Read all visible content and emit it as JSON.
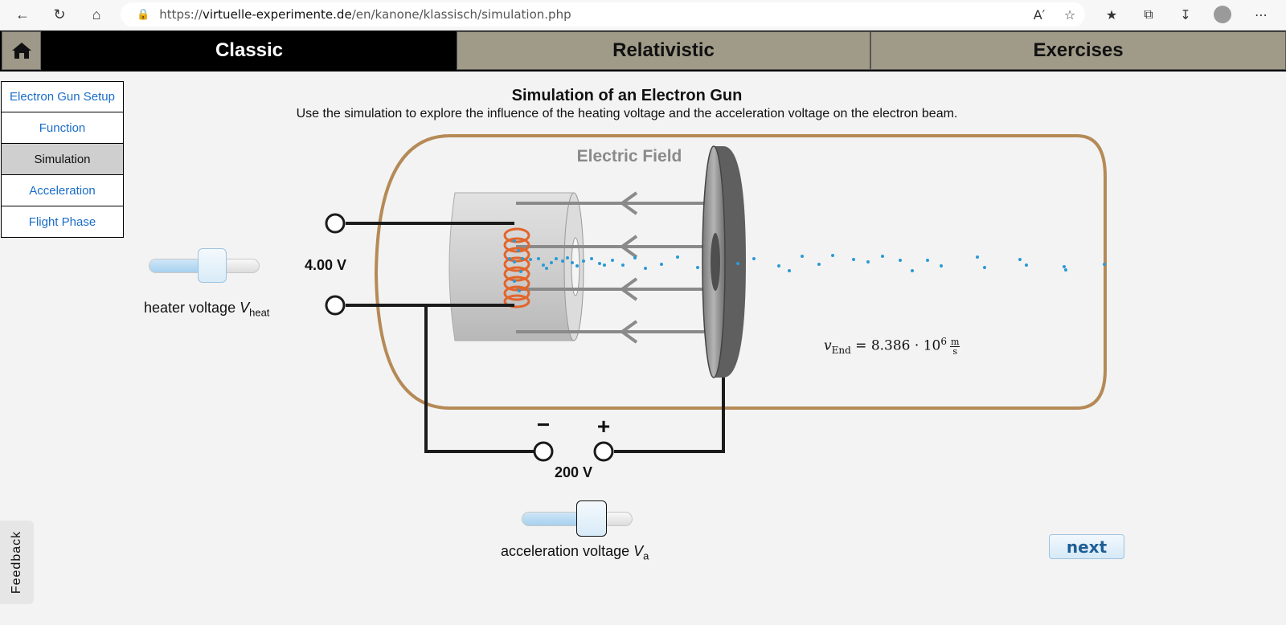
{
  "browser": {
    "url_prefix": "https://",
    "url_host": "virtuelle-experimente.de",
    "url_path": "/en/kanone/klassisch/simulation.php"
  },
  "tabs": [
    {
      "label": "Classic",
      "active": true
    },
    {
      "label": "Relativistic",
      "active": false
    },
    {
      "label": "Exercises",
      "active": false
    }
  ],
  "sidebar": {
    "items": [
      {
        "label": "Electron Gun Setup",
        "active": false
      },
      {
        "label": "Function",
        "active": false
      },
      {
        "label": "Simulation",
        "active": true
      },
      {
        "label": "Acceleration",
        "active": false
      },
      {
        "label": "Flight Phase",
        "active": false
      }
    ]
  },
  "main": {
    "title": "Simulation of an Electron Gun",
    "subtitle": "Use the simulation to explore the influence of the heating voltage and the acceleration voltage on the electron beam.",
    "field_label": "Electric Field",
    "heater": {
      "value_text": "4.00 V",
      "label_text": "heater voltage ",
      "label_var": "V",
      "label_sub": "heat",
      "slider_fraction": 0.6
    },
    "acceleration": {
      "value_text": "200 V",
      "minus": "−",
      "plus": "+",
      "label_text": "acceleration voltage ",
      "label_var": "V",
      "label_sub": "a",
      "slider_fraction": 0.68
    },
    "formula": {
      "var": "v",
      "sub": "End",
      "eq": " = 8.386 · 10",
      "exp": "6",
      "unit_num": "m",
      "unit_den": "s"
    },
    "next_label": "next"
  },
  "feedback_label": "Feedback",
  "colors": {
    "tube": "#b58a56",
    "coil": "#e2652a",
    "electrons": "#2a9ad6",
    "tab_inactive": "#a09a88"
  }
}
